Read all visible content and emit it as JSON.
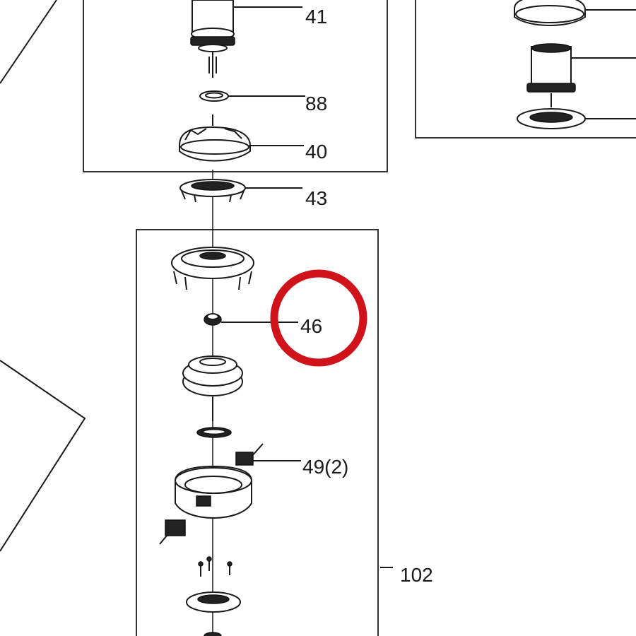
{
  "callouts": {
    "c41": "41",
    "c88": "88",
    "c40": "40",
    "c43": "43",
    "c46": "46",
    "c49": "49(2)",
    "c102": "102"
  },
  "highlight": {
    "target": "46",
    "color": "#d0121b"
  }
}
